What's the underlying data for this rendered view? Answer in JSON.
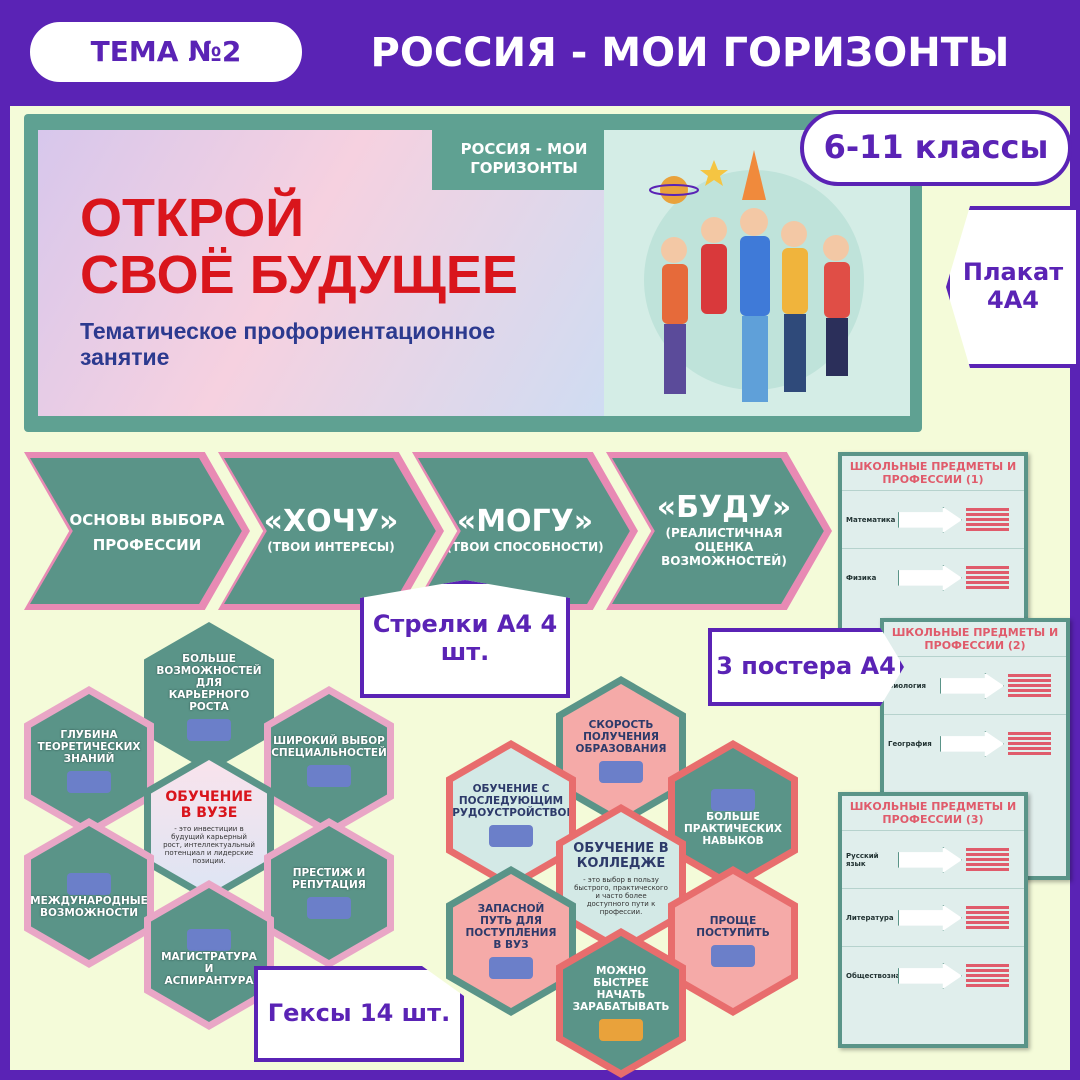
{
  "header": {
    "topic_badge": "ТЕМА №2",
    "title": "РОССИЯ - МОИ ГОРИЗОНТЫ"
  },
  "banner": {
    "tag": "РОССИЯ - МОИ ГОРИЗОНТЫ",
    "headline_line1": "ОТКРОЙ",
    "headline_line2": "СВОЁ БУДУЩЕЕ",
    "subtitle": "Тематическое профориентационное занятие"
  },
  "grade_badge": "6-11 классы",
  "callouts": {
    "poster": "Плакат 4А4",
    "arrows": "Стрелки А4 4 шт.",
    "posters": "3 постера А4",
    "hexes": "Гексы 14 шт."
  },
  "arrows": [
    {
      "big": "",
      "small": "ОСНОВЫ ВЫБОРА ПРОФЕССИИ"
    },
    {
      "big": "«ХОЧУ»",
      "small": "(ТВОИ ИНТЕРЕСЫ)"
    },
    {
      "big": "«МОГУ»",
      "small": "(ТВОИ СПОСОБНОСТИ)"
    },
    {
      "big": "«БУДУ»",
      "small": "(РЕАЛИСТИЧНАЯ ОЦЕНКА ВОЗМОЖНОСТЕЙ)"
    }
  ],
  "hex_left": {
    "top": "БОЛЬШЕ ВОЗМОЖНОСТЕЙ ДЛЯ КАРЬЕРНОГО РОСТА",
    "upper_left": "ГЛУБИНА ТЕОРЕТИЧЕСКИХ ЗНАНИЙ",
    "upper_right": "ШИРОКИЙ ВЫБОР СПЕЦИАЛЬНОСТЕЙ",
    "center_title": "ОБУЧЕНИЕ В ВУЗЕ",
    "center_note": "- это инвестиции в будущий карьерный рост, интеллектуальный потенциал и лидерские позиции.",
    "lower_left": "МЕЖДУНАРОДНЫЕ ВОЗМОЖНОСТИ",
    "lower_right": "ПРЕСТИЖ И РЕПУТАЦИЯ",
    "bottom": "МАГИСТРАТУРА И АСПИРАНТУРА"
  },
  "hex_right": {
    "top": "СКОРОСТЬ ПОЛУЧЕНИЯ ОБРАЗОВАНИЯ",
    "upper_left": "ОБУЧЕНИЕ С ПОСЛЕДУЮЩИМ ТРУДОУСТРОЙСТВОМ",
    "upper_right": "БОЛЬШЕ ПРАКТИЧЕСКИХ НАВЫКОВ",
    "center_title": "ОБУЧЕНИЕ В КОЛЛЕДЖЕ",
    "center_note": "- это выбор в пользу быстрого, практического и часто более доступного пути к профессии.",
    "lower_left": "ЗАПАСНОЙ ПУТЬ ДЛЯ ПОСТУПЛЕНИЯ В ВУЗ",
    "lower_right": "ПРОЩЕ ПОСТУПИТЬ",
    "bottom": "МОЖНО БЫСТРЕЕ НАЧАТЬ ЗАРАБАТЫВАТЬ"
  },
  "posters": [
    {
      "title": "ШКОЛЬНЫЕ ПРЕДМЕТЫ И ПРОФЕССИИ (1)",
      "subjects": [
        "Математика",
        "Физика"
      ]
    },
    {
      "title": "ШКОЛЬНЫЕ ПРЕДМЕТЫ И ПРОФЕССИИ (2)",
      "subjects": [
        "Биология",
        "География"
      ]
    },
    {
      "title": "ШКОЛЬНЫЕ ПРЕДМЕТЫ И ПРОФЕССИИ (3)",
      "subjects": [
        "Русский язык",
        "Литература",
        "Обществознание"
      ]
    }
  ],
  "colors": {
    "brand_purple": "#5a23b5",
    "teal": "#5a9488",
    "headline_red": "#d9151c",
    "background": "#f4fbd9"
  }
}
